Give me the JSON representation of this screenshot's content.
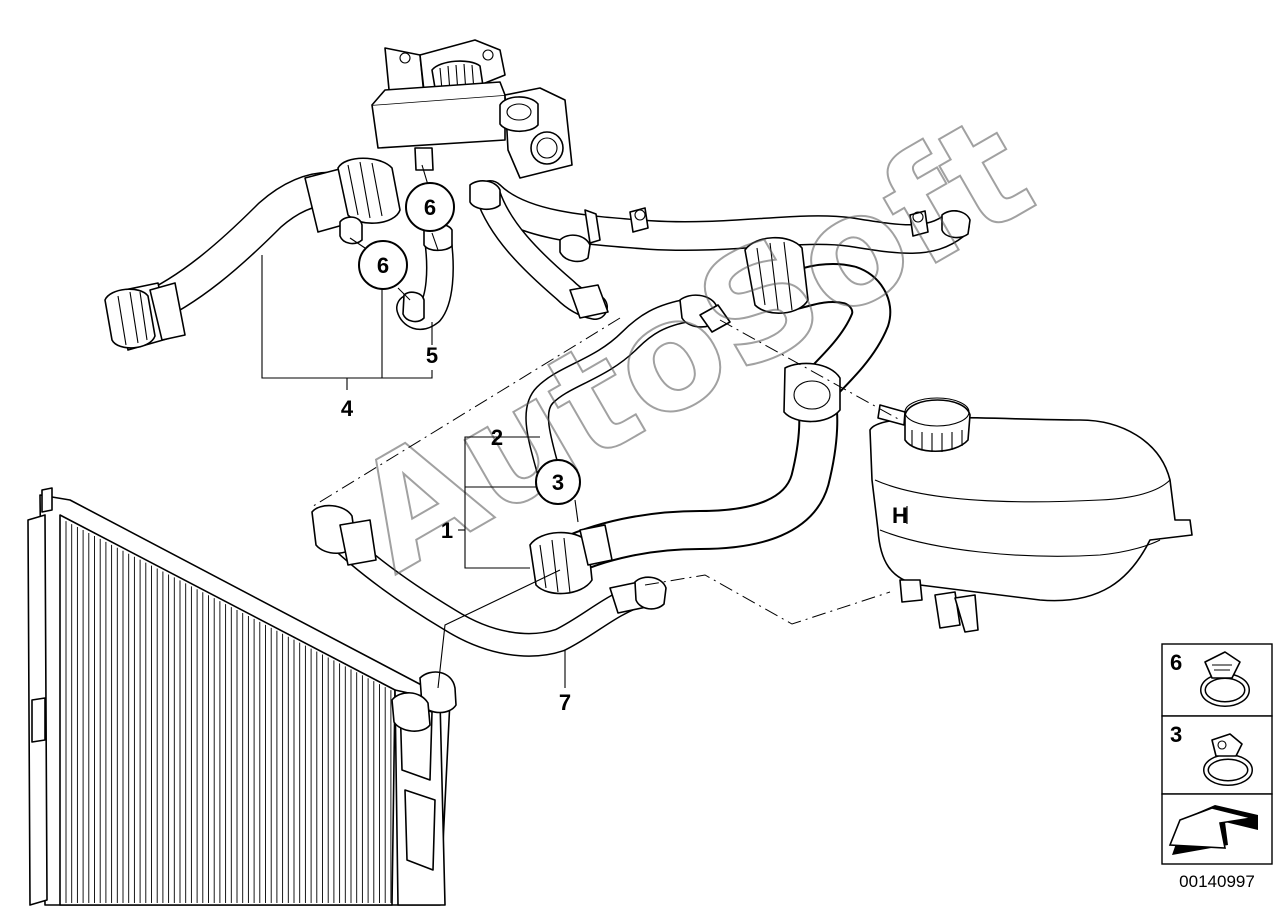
{
  "callouts": {
    "c1": "1",
    "c2": "2",
    "c3": "3",
    "c4": "4",
    "c5": "5",
    "c6a": "6",
    "c6b": "6",
    "c7": "7"
  },
  "legend": {
    "items": [
      {
        "label": "6",
        "icon": "hose-clamp-icon"
      },
      {
        "label": "3",
        "icon": "hose-clamp-icon"
      }
    ],
    "nav_icon": "arrow-left-down-icon"
  },
  "tank_marking": "H",
  "watermark": "AutoSoft",
  "diagram_code": "00140997"
}
